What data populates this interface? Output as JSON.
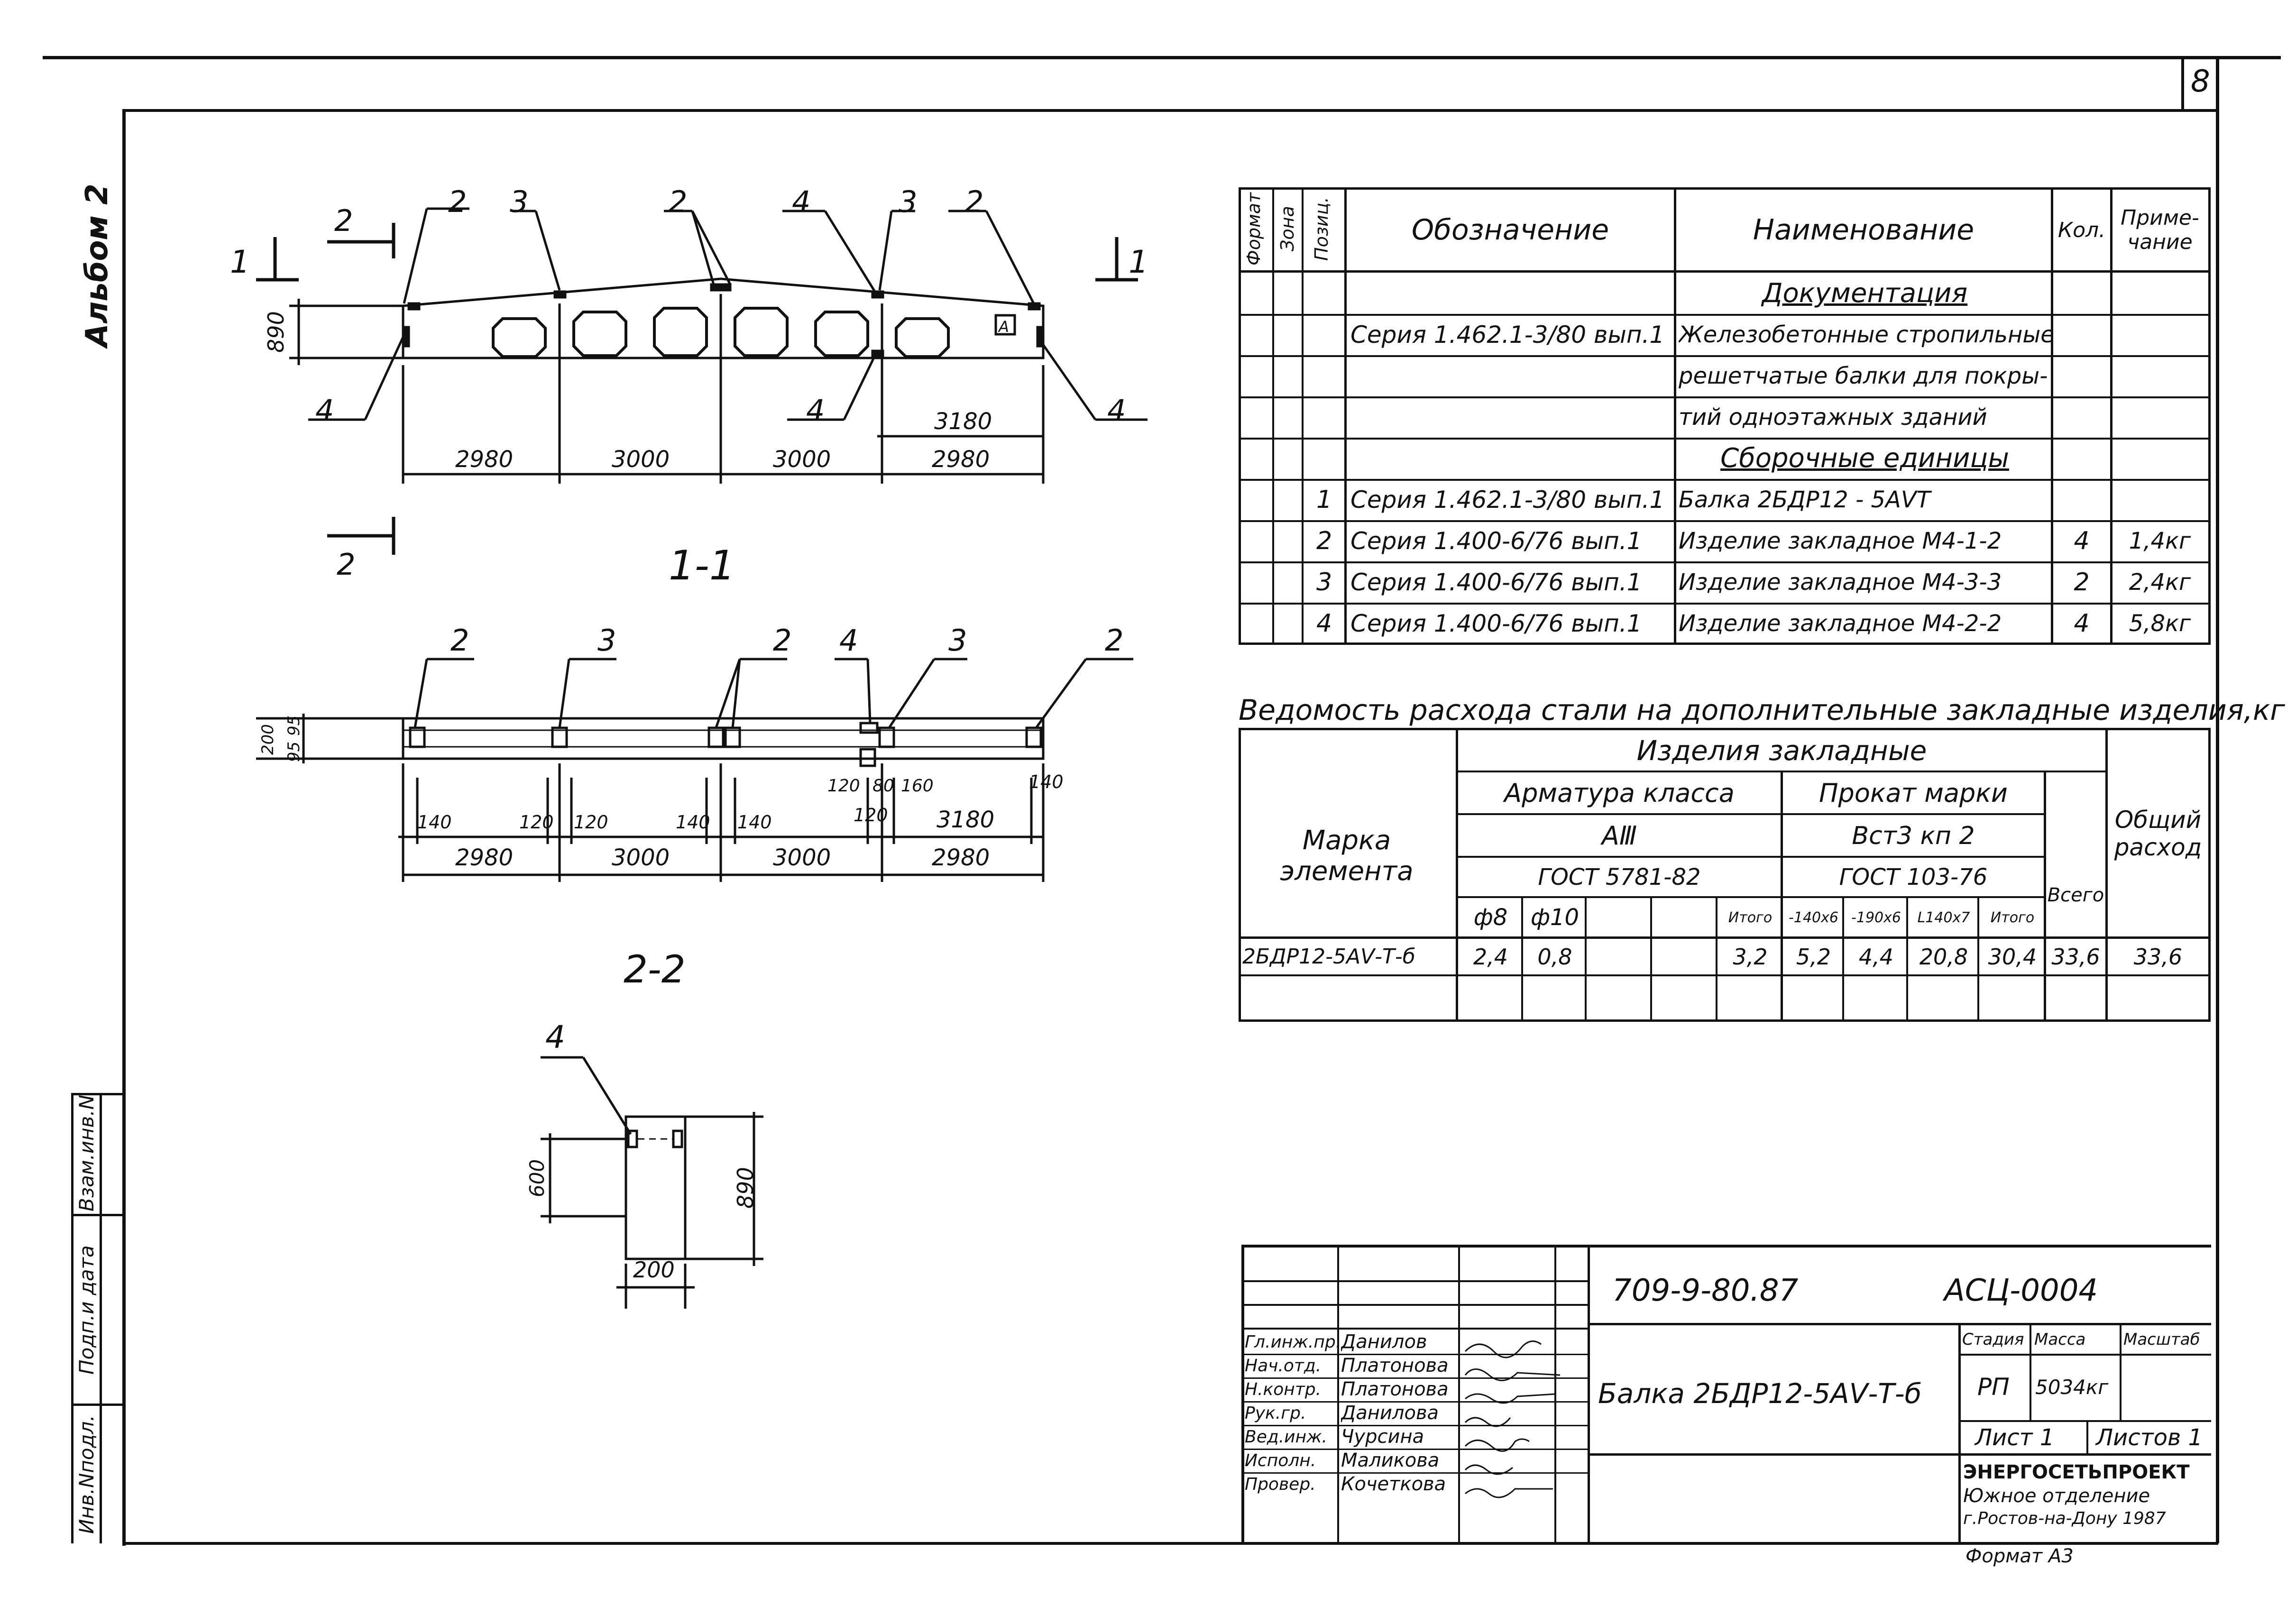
{
  "sheet": {
    "number": "8",
    "album_label": "Альбом 2",
    "side_stamp": [
      "Инв.Nподл.",
      "Подп.и дата",
      "Взам.инв.N"
    ]
  },
  "drawings": {
    "elevation": {
      "dims_bottom": [
        "2980",
        "3000",
        "3000",
        "2980"
      ],
      "dim_right": "3180",
      "height": "890",
      "hole_mark": "А",
      "cut_labels": [
        "1",
        "2",
        "1",
        "2"
      ],
      "callouts": [
        "2",
        "3",
        "2",
        "4",
        "3",
        "2",
        "4",
        "4",
        "4"
      ]
    },
    "plan": {
      "title": "1-1",
      "dims_top_row": [
        "140",
        "120",
        "120",
        "140",
        "140",
        "120",
        "80",
        "160",
        "120",
        "3180",
        "140"
      ],
      "dims_bottom": [
        "2980",
        "3000",
        "3000",
        "2980"
      ],
      "dims_left": [
        "200",
        "95",
        "95"
      ],
      "callouts": [
        "2",
        "3",
        "2",
        "4",
        "3",
        "2"
      ]
    },
    "section": {
      "title": "2-2",
      "callout": "4",
      "height_inner": "600",
      "height_outer": "890",
      "width": "200"
    }
  },
  "spec_table": {
    "headers": [
      "Формат",
      "Зона",
      "Позиц.",
      "Обозначение",
      "Наименование",
      "Кол.",
      "Приме-чание"
    ],
    "rows": [
      {
        "pos": "",
        "designation": "",
        "name": "Документация",
        "qty": "",
        "note": "",
        "underline": true
      },
      {
        "pos": "",
        "designation": "Серия 1.462.1-3/80 вып.1",
        "name": "Железобетонные стропильные",
        "qty": "",
        "note": ""
      },
      {
        "pos": "",
        "designation": "",
        "name": "решетчатые балки для покры-",
        "qty": "",
        "note": ""
      },
      {
        "pos": "",
        "designation": "",
        "name": "тий одноэтажных зданий",
        "qty": "",
        "note": ""
      },
      {
        "pos": "",
        "designation": "",
        "name": "Сборочные единицы",
        "qty": "",
        "note": "",
        "underline": true
      },
      {
        "pos": "1",
        "designation": "Серия 1.462.1-3/80 вып.1",
        "name": "Балка 2БДР12 - 5АⅤТ",
        "qty": "",
        "note": ""
      },
      {
        "pos": "2",
        "designation": "Серия 1.400-6/76 вып.1",
        "name": "Изделие закладное М4-1-2",
        "qty": "4",
        "note": "1,4кг"
      },
      {
        "pos": "3",
        "designation": "Серия 1.400-6/76 вып.1",
        "name": "Изделие закладное М4-3-3",
        "qty": "2",
        "note": "2,4кг"
      },
      {
        "pos": "4",
        "designation": "Серия 1.400-6/76 вып.1",
        "name": "Изделие закладное М4-2-2",
        "qty": "4",
        "note": "5,8кг"
      }
    ]
  },
  "steel_table": {
    "title": "Ведомость расхода стали на дополнительные закладные изделия,кг",
    "h_mark": "Марка элемента",
    "h_group": "Изделия закладные",
    "h_rebar": "Арматура класса",
    "h_rebar_class": "АⅢ",
    "h_rebar_gost": "ГОСТ 5781-82",
    "h_rolled": "Прокат марки",
    "h_rolled_grade": "Вст3 кп 2",
    "h_rolled_gost": "ГОСТ 103-76",
    "h_total": "Всего",
    "h_overall": "Общий расход",
    "sub": [
      "ф8",
      "ф10",
      "",
      "",
      "Итого",
      "-140х6",
      "-190х6",
      "L140х7",
      "Итого"
    ],
    "row": {
      "mark": "2БДР12-5АⅤ-Т-б",
      "values": [
        "2,4",
        "0,8",
        "",
        "",
        "3,2",
        "5,2",
        "4,4",
        "20,8",
        "30,4"
      ],
      "total": "33,6",
      "overall": "33,6"
    }
  },
  "title_block": {
    "code": "709-9-80.87",
    "doc": "АСЦ-0004",
    "name": "Балка 2БДР12-5АⅤ-Т-б",
    "stage_h": "Стадия",
    "mass_h": "Масса",
    "scale_h": "Масштаб",
    "stage": "РП",
    "mass": "5034кг",
    "sheet": "Лист 1",
    "sheets": "Листов 1",
    "org_lines": [
      "ЭНЕРГОСЕТЬПРОЕКТ",
      "Южное отделение",
      "г.Ростов-на-Дону 1987"
    ],
    "format": "Формат А3",
    "staff": [
      {
        "role": "Гл.инж.пр.",
        "name": "Данилов"
      },
      {
        "role": "Нач.отд.",
        "name": "Платонова"
      },
      {
        "role": "Н.контр.",
        "name": "Платонова"
      },
      {
        "role": "Рук.гр.",
        "name": "Данилова"
      },
      {
        "role": "Вед.инж.",
        "name": "Чурсина"
      },
      {
        "role": "Исполн.",
        "name": "Маликова"
      },
      {
        "role": "Провер.",
        "name": "Кочеткова"
      }
    ]
  },
  "colors": {
    "ink": "#111111",
    "paper": "#ffffff"
  }
}
